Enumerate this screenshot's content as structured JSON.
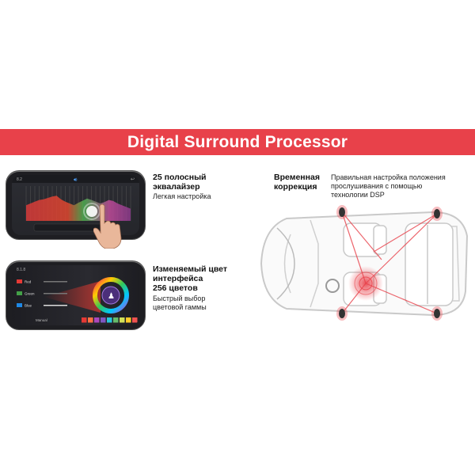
{
  "banner": {
    "title": "Digital Surround Processor"
  },
  "feature_eq": {
    "title_line1": "25 полосный",
    "title_line2": "эквалайзер",
    "subtitle": "Легкая настройка"
  },
  "feature_color": {
    "title_line1": "Изменяемый цвет",
    "title_line2": "интерфейса",
    "title_line3": "256 цветов",
    "subtitle_line1": "Быстрый выбор",
    "subtitle_line2": "цветовой гаммы"
  },
  "feature_time": {
    "title_line1": "Временная",
    "title_line2": "коррекция",
    "text_line1": "Правильная настройка положения",
    "text_line2": "прослушивания с помощью",
    "text_line3": "технологии DSP"
  },
  "eq_screen": {
    "slider_levels": [
      0.45,
      0.5,
      0.55,
      0.6,
      0.62,
      0.66,
      0.7,
      0.72,
      0.62,
      0.55,
      0.5,
      0.45,
      0.52,
      0.58,
      0.64,
      0.6,
      0.55,
      0.5,
      0.54,
      0.6,
      0.57,
      0.5,
      0.45,
      0.4,
      0.35
    ]
  },
  "color_screen": {
    "channel_labels": [
      "Red",
      "Green",
      "Blue"
    ],
    "swatch_colors": [
      "#e53935",
      "#ff7043",
      "#ab47bc",
      "#7e57c2",
      "#26c6da",
      "#66bb6a",
      "#d4e157",
      "#ffca28",
      "#ef5350"
    ],
    "mode_label": "Manual"
  },
  "colors": {
    "accent": "#e8414a",
    "title_text": "#111111",
    "car_outline": "#c9c9c9"
  }
}
